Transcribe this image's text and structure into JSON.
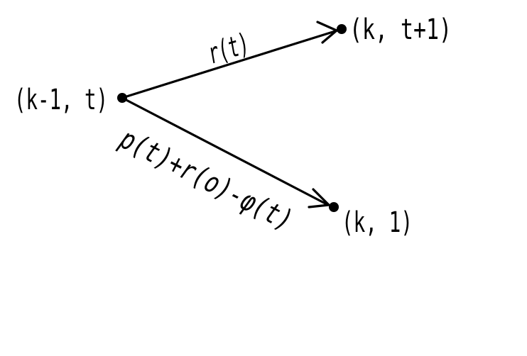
{
  "diagram": {
    "nodes": {
      "source": {
        "label": "(k-1, t)"
      },
      "upper": {
        "label": "(k, t+1)"
      },
      "lower": {
        "label": "(k, 1)"
      }
    },
    "edges": {
      "upper": {
        "label": "r(t)"
      },
      "lower": {
        "label": "p(t)+r(o)-φ(t)"
      }
    },
    "colors": {
      "ink": "#000000",
      "background": "#ffffff"
    }
  }
}
